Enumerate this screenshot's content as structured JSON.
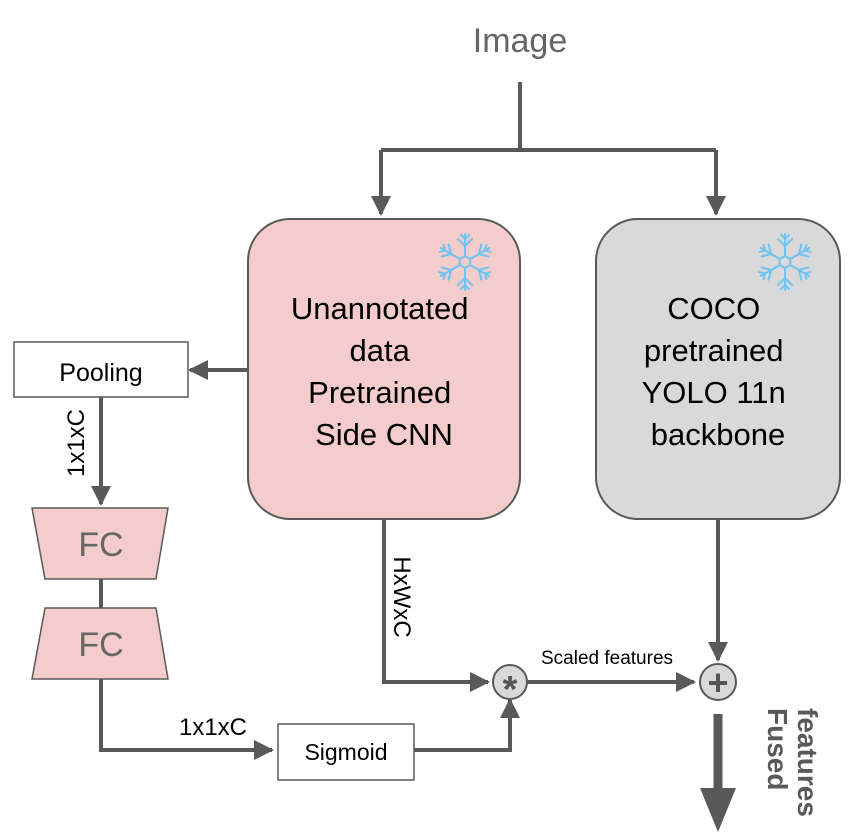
{
  "input_label": "Image",
  "side_cnn": {
    "lines": [
      "Unannotated",
      "data",
      "Pretrained",
      "Side CNN"
    ],
    "icon": "snowflake-icon",
    "fill": "#f4cccc"
  },
  "yolo": {
    "lines": [
      "COCO",
      "pretrained",
      "YOLO 11n",
      "backbone"
    ],
    "icon": "snowflake-icon",
    "fill": "#d9d9d9"
  },
  "pooling_label": "Pooling",
  "pool_dim_label": "1x1xC",
  "fc1_label": "FC",
  "fc2_label": "FC",
  "fc_dim_label": "1x1xC",
  "sigmoid_label": "Sigmoid",
  "side_dim_label": "HxWxC",
  "multiply_symbol": "*",
  "add_symbol": "+",
  "scaled_label": "Scaled features",
  "fused_label": "Fused features",
  "colors": {
    "arrow": "#595959",
    "snowflake": "#6fc3f0",
    "fc_fill": "#f4cccc"
  }
}
